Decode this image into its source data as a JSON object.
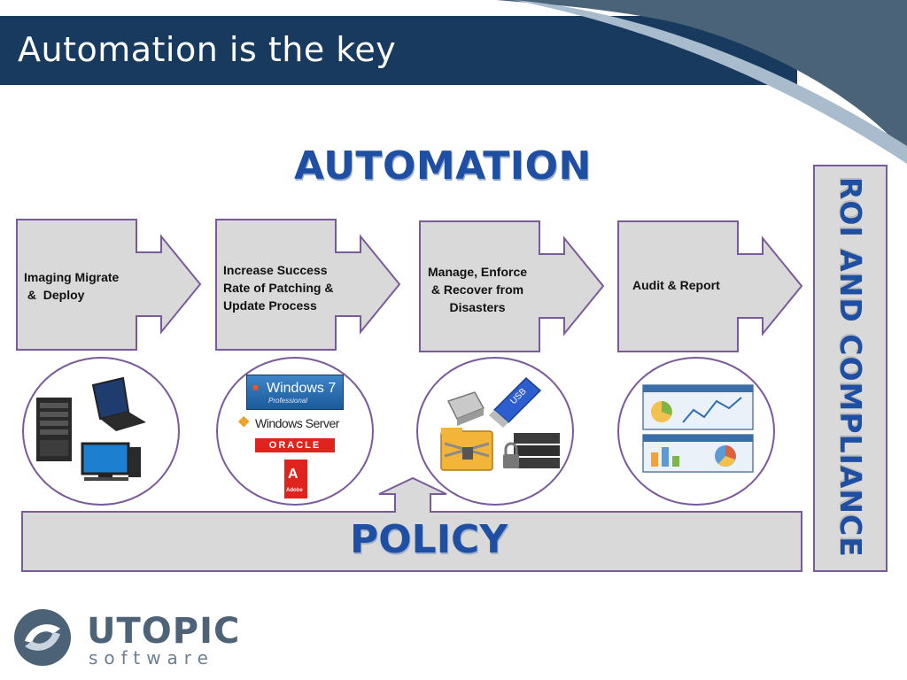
{
  "slide": {
    "title": "Automation is the key"
  },
  "headings": {
    "automation": "AUTOMATION",
    "policy": "POLICY",
    "side": "ROI AND COMPLIANCE"
  },
  "steps": [
    {
      "label": "Imaging Migrate\n &  Deploy"
    },
    {
      "label": "Increase Success\nRate of Patching &\nUpdate Process"
    },
    {
      "label": "Manage, Enforce\n& Recover from\nDisasters"
    },
    {
      "label": "Audit & Report"
    }
  ],
  "logos": {
    "windows7": "Windows 7",
    "windows7_sub": "Professional",
    "windows_server": "Windows Server",
    "oracle": "ORACLE",
    "adobe": "Adobe",
    "usb": "USB"
  },
  "brand": {
    "name": "UTOPIC",
    "sub": "software"
  },
  "colors": {
    "header": "#173a5e",
    "heading_blue": "#1f4fa3",
    "box_gray": "#d9d9d9",
    "border_purple": "#7b5a9b"
  }
}
